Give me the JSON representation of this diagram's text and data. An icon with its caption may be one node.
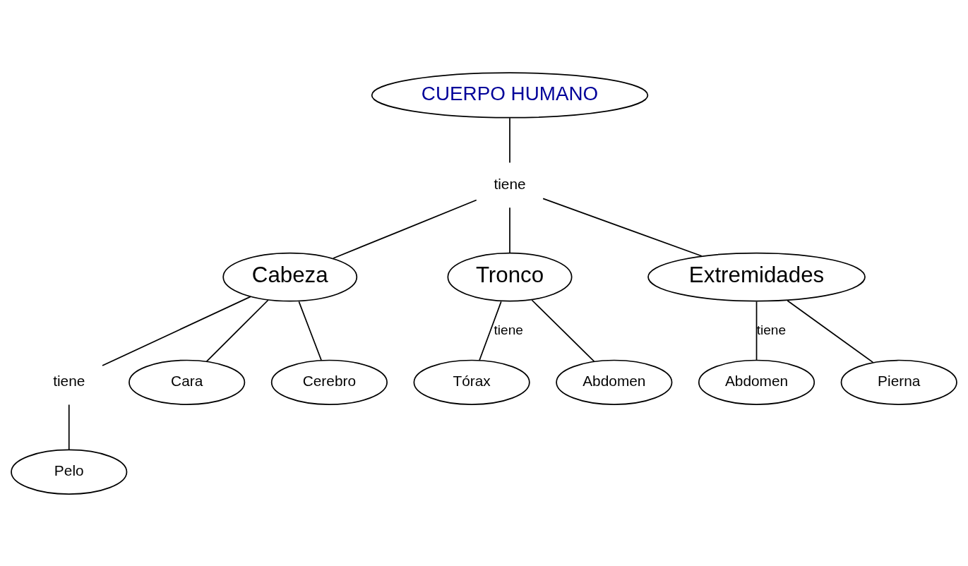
{
  "diagram": {
    "nodes": [
      {
        "text": [
          "CUERPO HUMANO"
        ]
      },
      {
        "text": [
          "tiene"
        ]
      },
      {
        "text": [
          "Cabeza"
        ]
      },
      {
        "text": [
          "Tronco"
        ]
      },
      {
        "text": [
          "Extremidades"
        ]
      },
      {
        "text": [
          "tiene"
        ]
      },
      {
        "text": [
          "Cara"
        ]
      },
      {
        "text": [
          "Pelo"
        ]
      },
      {
        "text": [
          "Cerebro"
        ]
      },
      {
        "text": [
          "Tórax"
        ]
      },
      {
        "text": [
          "Abdomen"
        ]
      },
      {
        "text": [
          "Abdomen"
        ]
      },
      {
        "text": [
          "Pierna"
        ]
      }
    ],
    "edges": [
      {
        "from": 0,
        "to": 1,
        "arrow": "none"
      },
      {
        "from": 1,
        "to": 2,
        "arrow": "none"
      },
      {
        "from": 1,
        "to": 3,
        "arrow": "none"
      },
      {
        "from": 1,
        "to": 4,
        "arrow": "none"
      },
      {
        "from": 2,
        "to": 6,
        "arrow": "none"
      },
      {
        "from": 2,
        "to": 5,
        "arrow": "none"
      },
      {
        "from": 5,
        "to": 7,
        "arrow": "none"
      },
      {
        "from": 2,
        "to": 8,
        "arrow": "none"
      },
      {
        "from": 3,
        "to": 9,
        "arrow": "none",
        "label": "tiene"
      },
      {
        "from": 3,
        "to": 10,
        "arrow": "none"
      },
      {
        "from": 4,
        "to": 11,
        "arrow": "none",
        "label": "tiene"
      },
      {
        "from": 4,
        "to": 12,
        "arrow": "none"
      }
    ]
  }
}
